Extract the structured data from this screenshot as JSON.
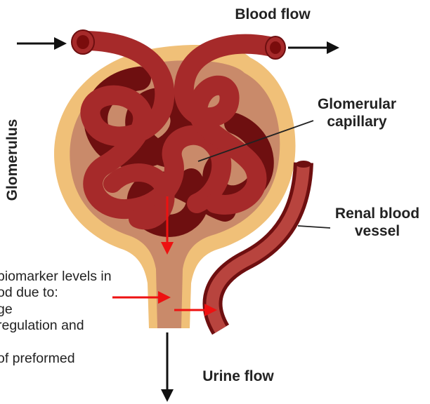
{
  "labels": {
    "blood_flow": "Blood flow",
    "glomerular_capillary": [
      "Glomerular",
      "capillary"
    ],
    "glomerulus": "Glomerulus",
    "renal_blood_vessel": [
      "Renal blood",
      "vessel"
    ],
    "urine_flow": "Urine flow"
  },
  "note_lines": [
    "biomarker levels in",
    "od due to:",
    "ge",
    "regulation and",
    "",
    "of preformed"
  ],
  "colors": {
    "capsule_outer": "#f0c078",
    "capsule_inner": "#c98a6a",
    "vessel": "#a62a2a",
    "vessel_dark": "#6e0f10",
    "vessel_lumen": "#7a0c0c",
    "red_arrow": "#ee1111",
    "black_arrow": "#111111"
  }
}
